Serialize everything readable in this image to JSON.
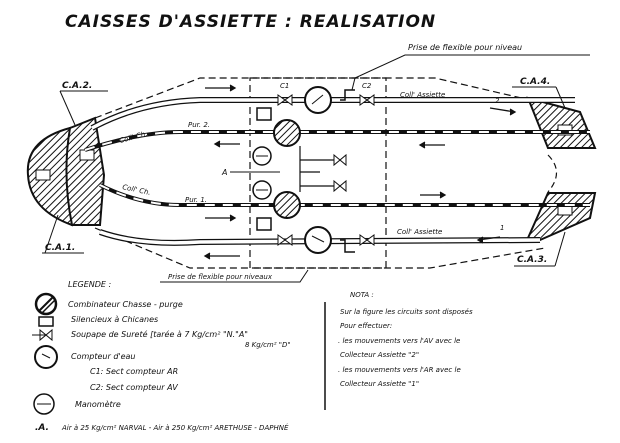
{
  "title": "CAISSES D'ASSIETTE  : REALISATION",
  "labels": {
    "prise_niveau_top": "Prise de flexible pour niveau",
    "prise_niveaux_bottom": "Prise de flexible pour niveaux",
    "ca1": "C.A.1.",
    "ca2": "C.A.2.",
    "ca3": "C.A.3.",
    "ca4": "C.A.4.",
    "c1": "C1",
    "c2": "C2",
    "a": "A",
    "coll_ch_top": "Coll' Ch.",
    "coll_ch_bottom": "Coll' Ch.",
    "pur2": "Pur. 2.",
    "pur1": "Pur. 1.",
    "coll_assiette_top": "Coll' Assiette",
    "coll_assiette_bottom": "Coll' Assiette",
    "num2": "2",
    "num1": "1"
  },
  "legend": {
    "title": "LEGENDE :",
    "items": [
      {
        "icon": "combinator-icon",
        "label": "Combinateur Chasse - purge"
      },
      {
        "icon": "silencer-icon",
        "label": "Silencieux à Chicanes"
      },
      {
        "icon": "safety-valve-icon",
        "label": "Soupape de Sureté [tarée à 7 Kg/cm² \"N.\"A\""
      },
      {
        "icon": "",
        "label": "8 Kg/cm² \"D\""
      },
      {
        "icon": "water-meter-icon",
        "label": "Compteur d'eau"
      },
      {
        "icon": "",
        "label": "C1:  Sect compteur AR"
      },
      {
        "icon": "",
        "label": "C2:  Sect compteur AV"
      },
      {
        "icon": "manometer-icon",
        "label": "Manomètre"
      }
    ]
  },
  "footer": {
    "marker": ".A.",
    "text": "Air à 25 Kg/cm² NARVAL  -  Air à 250 Kg/cm² ARETHUSE  -  DAPHNÉ"
  },
  "nota": {
    "title": "NOTA :",
    "lines": [
      "Sur la figure  les circuits  sont  disposés",
      "Pour effectuer:",
      ". les mouvements vers l'AV avec le",
      "  Collecteur  Assiette \"2\"",
      ". les mouvements vers l'AR avec le",
      "  Collecteur  Assiette \"1\""
    ]
  }
}
